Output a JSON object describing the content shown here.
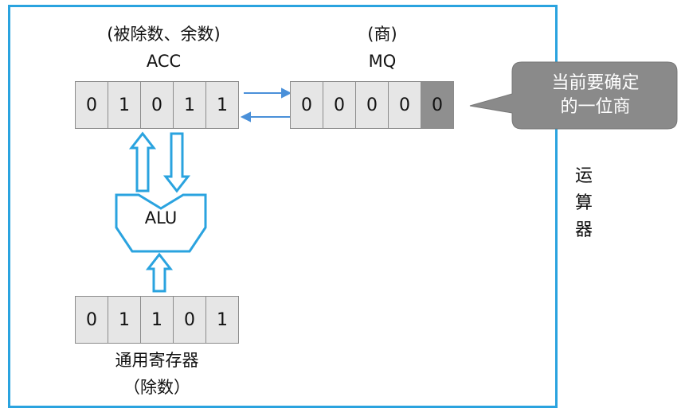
{
  "acc": {
    "caption_top": "(被除数、余数)",
    "caption_name": "ACC",
    "bits": [
      "0",
      "1",
      "0",
      "1",
      "1"
    ]
  },
  "mq": {
    "caption_top": "(商)",
    "caption_name": "MQ",
    "bits": [
      "0",
      "0",
      "0",
      "0",
      "0"
    ],
    "current_bit_color": "#8f8f8f"
  },
  "callout": {
    "line1": "当前要确定",
    "line2": "的一位商",
    "fill": "#8a8a8a"
  },
  "alu": {
    "label": "ALU"
  },
  "gpr": {
    "bits": [
      "0",
      "1",
      "1",
      "0",
      "1"
    ],
    "caption_name": "通用寄存器",
    "caption_role": "（除数）"
  },
  "unit_label": [
    "运",
    "算",
    "器"
  ],
  "colors": {
    "frame": "#2aa3df",
    "arrow": "#4a90d9",
    "cell_fill": "#e6e6e6"
  },
  "icons": {
    "pencil": "pencil-icon"
  }
}
